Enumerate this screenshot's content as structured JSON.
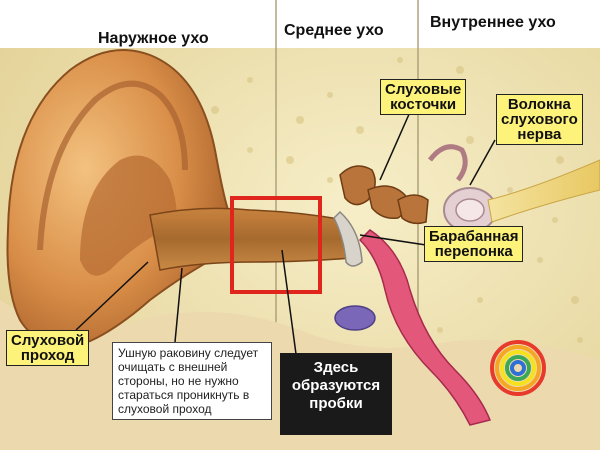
{
  "headers": {
    "outer_ear": "Наружное ухо",
    "middle_ear": "Среднее ухо",
    "inner_ear": "Внутреннее ухо"
  },
  "labels": {
    "ossicles": [
      "Слуховые",
      "косточки"
    ],
    "nerve_fibers": [
      "Волокна",
      "слухового",
      "нерва"
    ],
    "eardrum": [
      "Барабанная",
      "перепонка"
    ],
    "ear_canal": [
      "Слуховой",
      "проход"
    ]
  },
  "note_lines": [
    "Ушную раковину следует",
    "очищать с внешней",
    "стороны, но не нужно",
    "стараться проникнуть в",
    "слуховой проход"
  ],
  "plug_callout": [
    "Здесь",
    "образуются",
    "пробки"
  ],
  "colors": {
    "label_fill": "#fdf27a",
    "highlight_frame": "#e0251d",
    "callout_fill": "#1a1a1a",
    "skin": "#d9924e",
    "bone": "#f0e4b0",
    "membrane": "#e2577a"
  }
}
